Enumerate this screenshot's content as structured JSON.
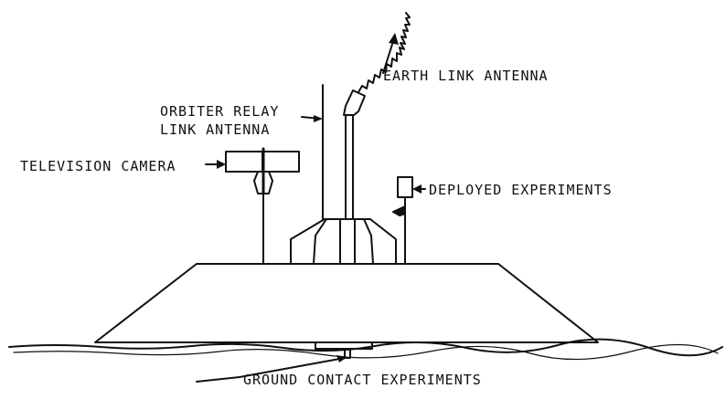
{
  "labels": {
    "earth_link_antenna": "EARTH LINK ANTENNA",
    "orbiter_relay_line1": "ORBITER RELAY",
    "orbiter_relay_line2": "LINK ANTENNA",
    "television_camera": "TELEVISION CAMERA",
    "deployed_experiments": "DEPLOYED EXPERIMENTS",
    "ground_contact_experiments": "GROUND CONTACT EXPERIMENTS"
  },
  "colors": {
    "ink": "#111111",
    "background": "#ffffff"
  }
}
